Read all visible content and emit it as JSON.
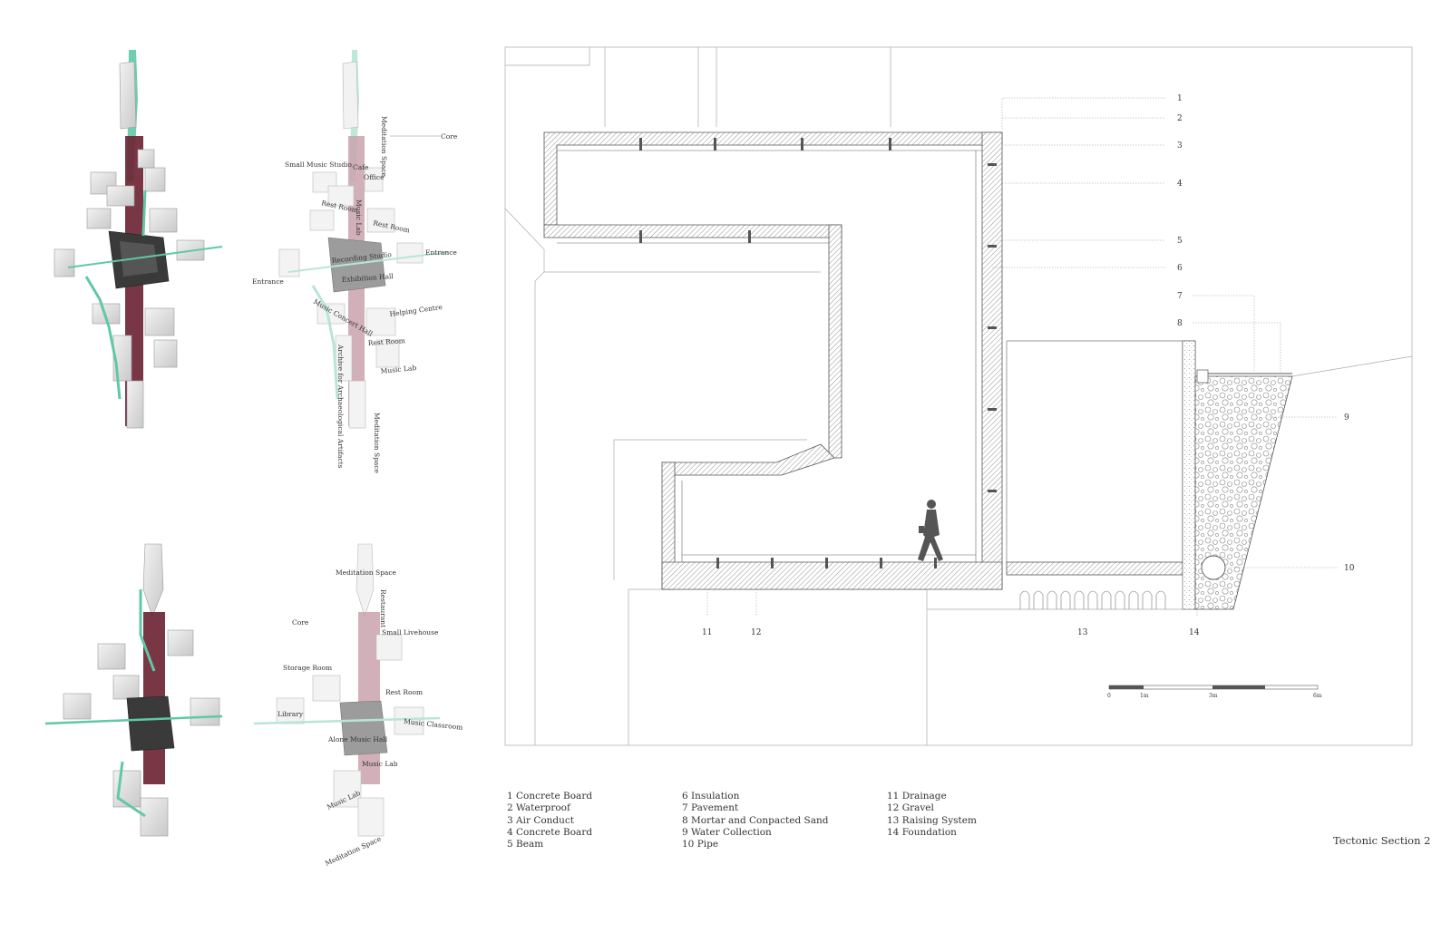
{
  "axo_labels": {
    "top_right": {
      "core": "Core",
      "meditation_space_top": "Meditation Space",
      "small_music_studio": "Small Music Studio",
      "cafe": "Cafe",
      "office": "Office",
      "rest_room_1": "Rest Room",
      "music_lab_1": "Music Lab",
      "rest_room_2": "Rest Room",
      "recording_studio": "Recording Studio",
      "entrance_right": "Entrance",
      "entrance_left": "Entrance",
      "exhibition_hall": "Exhibition Hall",
      "music_concert_hall": "Music Concert Hall",
      "helping_centre": "Helping Centre",
      "rest_room_3": "Rest Room",
      "archive": "Archive for Archaeological Artifacts",
      "music_lab_2": "Music Lab",
      "meditation_space_bottom": "Meditation Space"
    },
    "bottom_right": {
      "meditation_space_top": "Meditation Space",
      "restaurant": "Restaurant",
      "core": "Core",
      "small_livehouse": "Small Livehouse",
      "storage_room": "Storage Room",
      "rest_room": "Rest Room",
      "library": "Library",
      "music_classroom": "Music Classroom",
      "alone_music_hall": "Alone Music Hall",
      "music_lab_1": "Music Lab",
      "music_lab_2": "Music Lab",
      "meditation_space_bottom": "Meditation Space"
    }
  },
  "callouts": [
    "1",
    "2",
    "3",
    "4",
    "5",
    "6",
    "7",
    "8",
    "9",
    "10",
    "11",
    "12",
    "13",
    "14"
  ],
  "scale_bar": {
    "labels": [
      "0",
      "1m",
      "3m",
      "6m"
    ]
  },
  "legend": {
    "col1": [
      "1 Concrete Board",
      "2 Waterproof",
      "3 Air Conduct",
      "4 Concrete Board",
      "5 Beam"
    ],
    "col2": [
      "6 Insulation",
      "7 Pavement",
      "8 Mortar and Conpacted Sand",
      "9 Water Collection",
      "10 Pipe"
    ],
    "col3": [
      "11 Drainage",
      "12 Gravel",
      "13 Raising System",
      "14 Foundation"
    ]
  },
  "sheet_title": "Tectonic Section 2",
  "colors": {
    "accent_green": "#5fc9a6",
    "maroon": "#6e2635",
    "dark_core": "#3a3a3a",
    "light_pink": "#c9a2ad"
  }
}
